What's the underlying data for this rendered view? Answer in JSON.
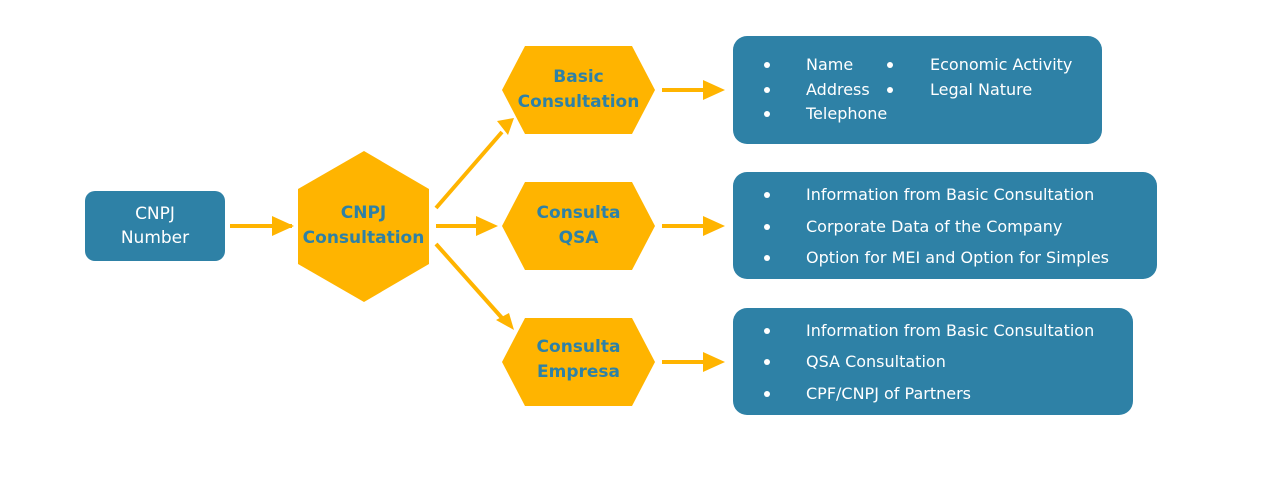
{
  "colors": {
    "accent": "#ffb400",
    "box": "#2e81a6",
    "text_on_box": "#ffffff"
  },
  "input": {
    "line1": "CNPJ",
    "line2": "Number"
  },
  "center": {
    "line1": "CNPJ",
    "line2": "Consultation"
  },
  "branches": [
    {
      "line1": "Basic",
      "line2": "Consultation",
      "items_col1": [
        "Name",
        "Address",
        "Telephone"
      ],
      "items_col2": [
        "Economic Activity",
        "Legal Nature"
      ]
    },
    {
      "line1": "Consulta",
      "line2": "QSA",
      "items_col1": [
        "Information from Basic Consultation",
        "Corporate Data of the Company",
        "Option for MEI and Option for Simples"
      ]
    },
    {
      "line1": "Consulta",
      "line2": "Empresa",
      "items_col1": [
        "Information from Basic Consultation",
        "QSA Consultation",
        "CPF/CNPJ of Partners"
      ]
    }
  ]
}
